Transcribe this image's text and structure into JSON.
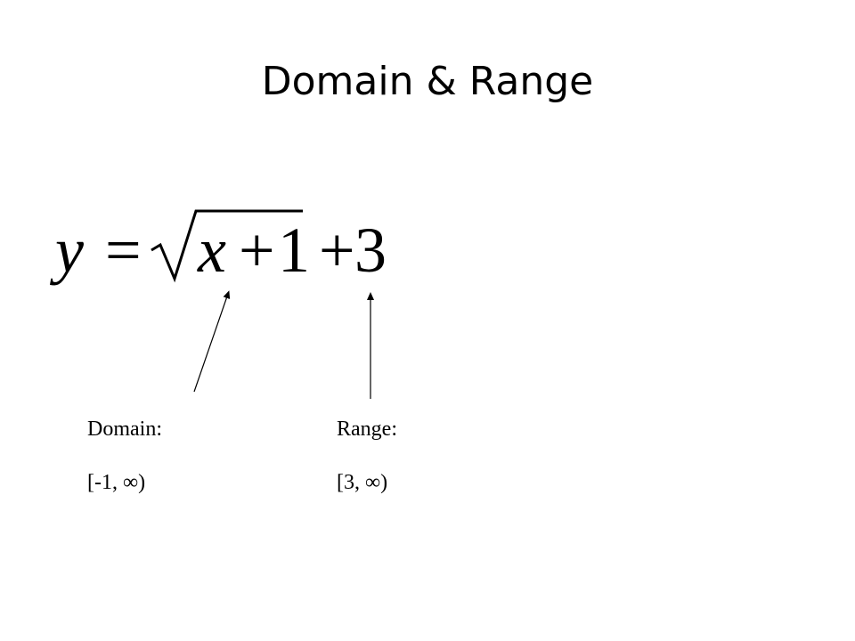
{
  "slide": {
    "title": "Domain & Range",
    "equation": {
      "lhs": "y",
      "equals": "=",
      "radicand_var": "x",
      "radicand_plus": "+",
      "radicand_const": "1",
      "outer_plus": "+",
      "outer_const": "3"
    },
    "domain": {
      "label": "Domain:",
      "value": "[-1, ∞)"
    },
    "range": {
      "label": "Range:",
      "value": "[3, ∞)"
    }
  }
}
